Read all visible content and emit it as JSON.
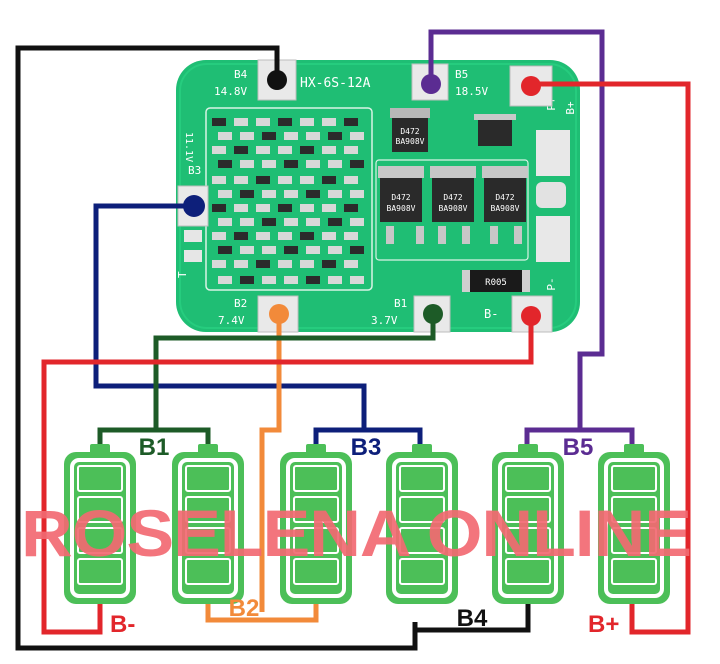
{
  "board": {
    "model": "HX-6S-12A",
    "pads": {
      "b4_name": "B4",
      "b4_voltage": "14.8V",
      "b5_name": "B5",
      "b5_voltage": "18.5V",
      "b3_voltage": "11.1V",
      "b3_name": "B3",
      "b2_name": "B2",
      "b2_voltage": "7.4V",
      "b1_name": "B1",
      "b1_voltage": "3.7V",
      "bminus": "B-",
      "bplus": "B+",
      "pplus": "P+",
      "pminus": "P-",
      "t_mark": "T"
    },
    "components": {
      "mosfet_1_line1": "D472",
      "mosfet_1_line2": "BA908V",
      "mosfet_2_line1": "D472",
      "mosfet_2_line2": "BA908V",
      "mosfet_3_line1": "D472",
      "mosfet_3_line2": "BA908V",
      "mosfet_4_line1": "D472",
      "mosfet_4_line2": "BA908V",
      "resistor": "R005"
    }
  },
  "groups": {
    "b1": "B1",
    "b3": "B3",
    "b5": "B5",
    "b2": "B2",
    "b4": "B4",
    "bminus": "B-",
    "bplus": "B+"
  },
  "watermark": "ROSELENA ONLINE",
  "colors": {
    "pcb": "#1fbe74",
    "battery": "#4cbf58",
    "b4_wire": "#111111",
    "b5_wire": "#5b2c92",
    "bplus_wire": "#e2262b",
    "b3_wire": "#0d1f7a",
    "b2_wire": "#f28a3a",
    "b1_wire": "#1d5b27",
    "bminus_wire": "#e2262b",
    "watermark": "#f26a72"
  }
}
